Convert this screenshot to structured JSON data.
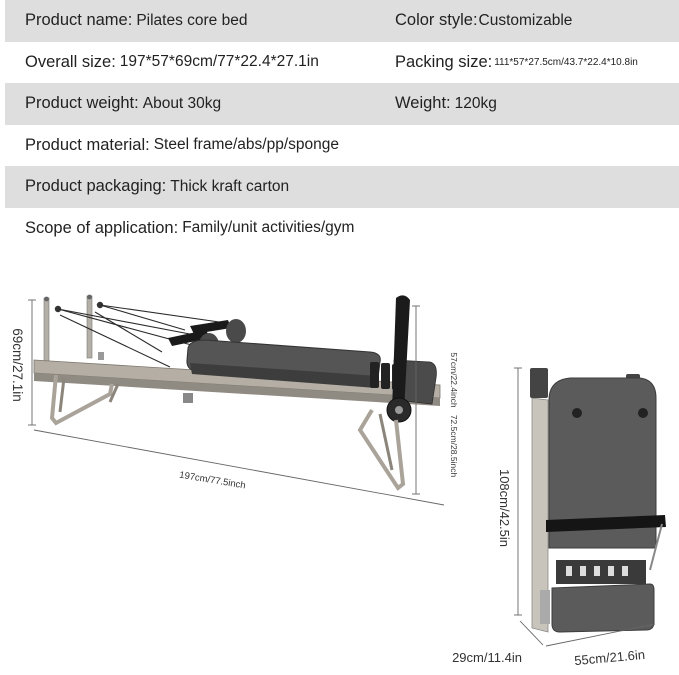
{
  "specs": {
    "rows": [
      {
        "left": {
          "label": "Product name:",
          "value": "Pilates core bed"
        },
        "right": {
          "label": "Color style:",
          "value": "Customizable"
        }
      },
      {
        "left": {
          "label": "Overall size:",
          "value": "197*57*69cm/77*22.4*27.1in"
        },
        "right": {
          "label": "Packing size:",
          "value": "111*57*27.5cm/43.7*22.4*10.8in"
        }
      },
      {
        "left": {
          "label": "Product weight:",
          "value": "About 30kg"
        },
        "right": {
          "label": "Weight:",
          "value": "120kg"
        }
      },
      {
        "left": {
          "label": "Product material:",
          "value": "Steel frame/abs/pp/sponge"
        }
      },
      {
        "left": {
          "label": "Product packaging:",
          "value": "Thick kraft carton"
        }
      },
      {
        "left": {
          "label": "Scope of application:",
          "value": "Family/unit activities/gym"
        }
      }
    ]
  },
  "dimensions": {
    "bed_height": "69cm/27.1in",
    "bed_length": "197cm/77.5inch",
    "bed_width": "57cm/22.4inch",
    "bed_seat_height": "72.5cm/28.5inch",
    "folded_height": "108cm/42.5in",
    "folded_depth": "29cm/11.4in",
    "folded_width": "55cm/21.6in"
  },
  "colors": {
    "row_shade": "#dedede",
    "frame": "#a9a39a",
    "cushion": "#555555",
    "board": "#5b5b5b",
    "strap": "#1a1a1a"
  }
}
